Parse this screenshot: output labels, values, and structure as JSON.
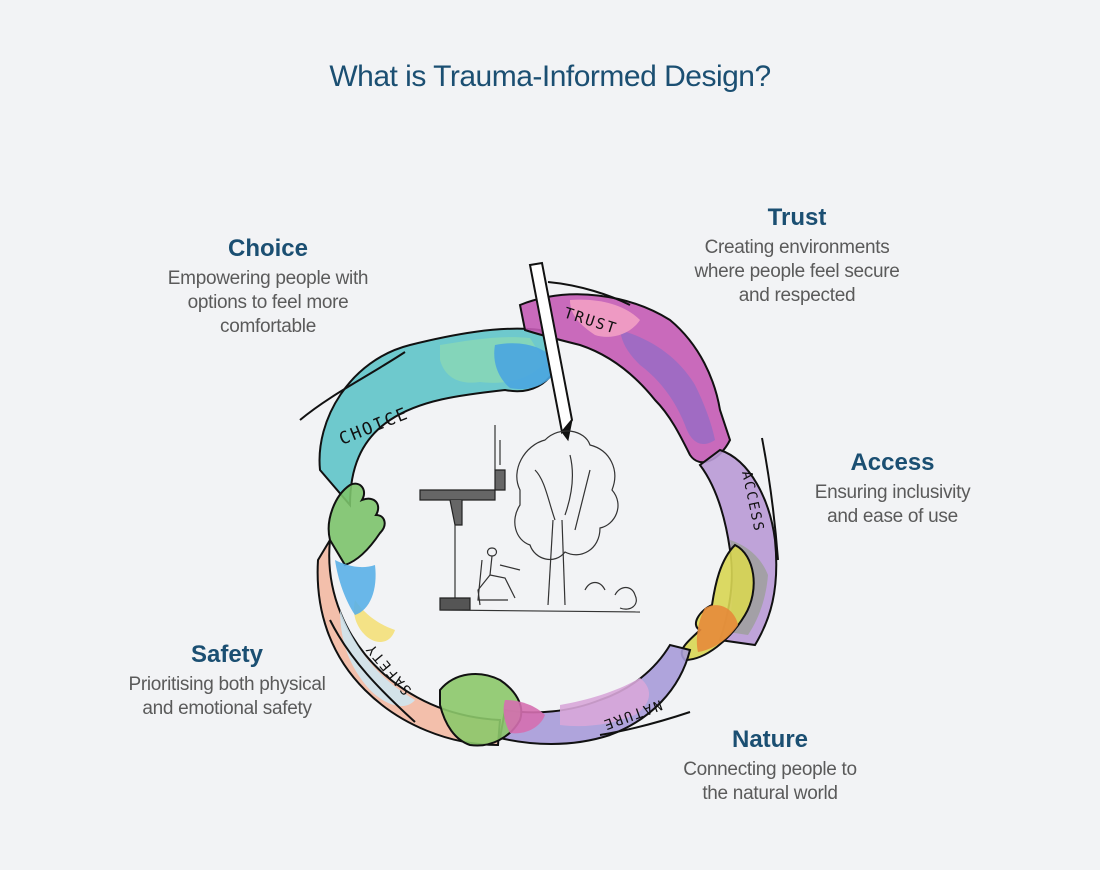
{
  "title": "What is Trauma-Informed Design?",
  "principles": {
    "choice": {
      "heading": "Choice",
      "description": "Empowering people with options to feel more comfortable"
    },
    "trust": {
      "heading": "Trust",
      "description": "Creating environments where people feel secure and respected"
    },
    "access": {
      "heading": "Access",
      "description": "Ensuring inclusivity and ease of use"
    },
    "safety": {
      "heading": "Safety",
      "description": "Prioritising both physical and emotional safety"
    },
    "nature": {
      "heading": "Nature",
      "description": "Connecting people to the natural world"
    }
  },
  "hand_labels": {
    "choice": "CHOICE",
    "trust": "TRUST",
    "access": "ACCESS",
    "safety": "SAFETY",
    "nature": "NATURE"
  },
  "colors": {
    "heading": "#1b4f72",
    "background": "#f2f3f5",
    "choice_arm": "#5fc4c9",
    "trust_arm": "#c45bb5",
    "access_arm": "#b99ad6",
    "nature_arm": "#a79bd9",
    "safety_arm": "#f3b9a3"
  }
}
